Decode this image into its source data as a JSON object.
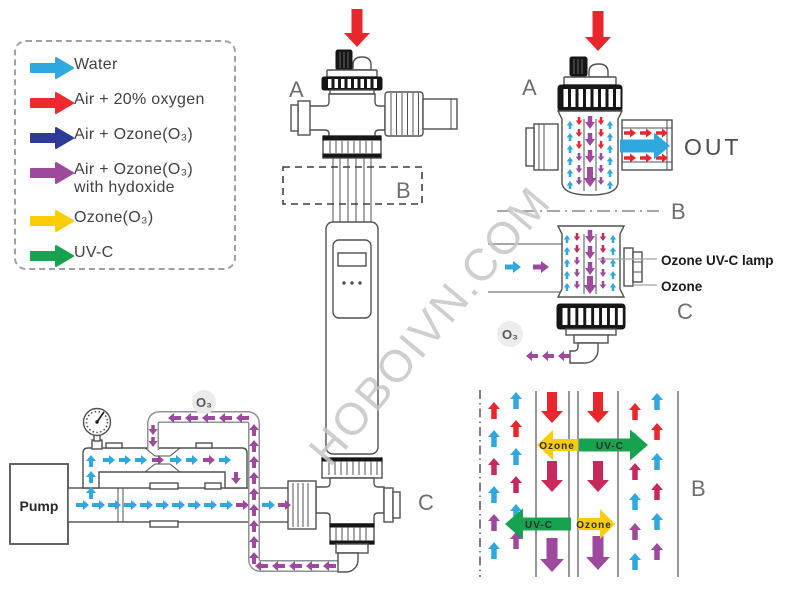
{
  "watermark": "HOBOIVN.COM",
  "colors": {
    "water": "#2fa8e0",
    "red": "#e8262c",
    "blue": "#2e3a97",
    "purple": "#9d4a9e",
    "crimson": "#c8295b",
    "yellow": "#f9cd05",
    "green": "#17a24f",
    "outline": "#4f5054"
  },
  "legend": {
    "items": [
      {
        "name": "water",
        "label": "Water",
        "color": "#2fa8e0"
      },
      {
        "name": "air-oxygen",
        "label": "Air + 20% oxygen",
        "color": "#ed2b2f"
      },
      {
        "name": "air-ozone",
        "label": "Air + Ozone(O₃)",
        "color": "#2e3a97"
      },
      {
        "name": "air-ozone-hydroxide",
        "label": "Air + Ozone(O₃)",
        "label2": "with hydoxide",
        "color": "#9d4a9e"
      },
      {
        "name": "ozone",
        "label": "Ozone(O₃)",
        "color": "#f9cd05"
      },
      {
        "name": "uv-c",
        "label": "UV-C",
        "color": "#17a24f"
      }
    ]
  },
  "labels": {
    "section_a_main": "A",
    "section_b_main": "B",
    "section_c_main": "C",
    "pump": "Pump",
    "o3_pump": "O₃",
    "detail_a": "A",
    "out": "OUT",
    "detail_b_line": "B",
    "ozone_uvc_lamp": "Ozone UV-C lamp",
    "ozone": "Ozone",
    "detail_c": "C",
    "o3_detail": "O₃",
    "detail_b_bottom": "B",
    "b_ozone_top": "Ozone",
    "b_uvc_top": "UV-C",
    "b_uvc_bottom": "UV-C",
    "b_ozone_bottom": "Ozone"
  },
  "flow": {
    "groups": [
      {
        "name": "main-pipe-flow",
        "dir": "r",
        "len": 13,
        "sw": 4,
        "hw": 10,
        "hl": 6,
        "items": [
          [
            76,
            505,
            "water"
          ],
          [
            92,
            505,
            "water"
          ],
          [
            108,
            505,
            "water"
          ],
          [
            124,
            505,
            "water"
          ],
          [
            140,
            505,
            "water"
          ],
          [
            156,
            505,
            "water"
          ],
          [
            172,
            505,
            "water"
          ],
          [
            188,
            505,
            "water"
          ],
          [
            204,
            505,
            "water"
          ],
          [
            220,
            505,
            "water"
          ],
          [
            236,
            505,
            "purple"
          ],
          [
            262,
            505,
            "water"
          ],
          [
            278,
            505,
            "purple"
          ]
        ]
      },
      {
        "name": "bypass-riser-flow",
        "dir": "u",
        "len": 12,
        "sw": 4,
        "hw": 10,
        "hl": 6,
        "items": [
          [
            91,
            499,
            "water"
          ],
          [
            91,
            483,
            "water"
          ],
          [
            91,
            467,
            "water"
          ]
        ]
      },
      {
        "name": "bypass-flow",
        "dir": "r",
        "len": 12,
        "sw": 4,
        "hw": 10,
        "hl": 6,
        "items": [
          [
            103,
            460,
            "water"
          ],
          [
            119,
            460,
            "water"
          ],
          [
            135,
            460,
            "water"
          ],
          [
            152,
            460,
            "purple"
          ],
          [
            170,
            460,
            "water"
          ],
          [
            186,
            460,
            "water"
          ],
          [
            203,
            460,
            "purple"
          ],
          [
            219,
            460,
            "water"
          ]
        ]
      },
      {
        "name": "bypass-down",
        "dir": "d",
        "len": 12,
        "sw": 4,
        "hw": 10,
        "hl": 6,
        "items": [
          [
            236,
            472,
            "purple"
          ]
        ]
      },
      {
        "name": "o3-top-line",
        "dir": "l",
        "len": 13,
        "sw": 4,
        "hw": 10,
        "hl": 6,
        "items": [
          [
            249,
            418,
            "purple"
          ],
          [
            232,
            418,
            "purple"
          ],
          [
            215,
            418,
            "purple"
          ],
          [
            198,
            418,
            "purple"
          ],
          [
            181,
            418,
            "purple"
          ]
        ]
      },
      {
        "name": "o3-left-drop",
        "dir": "d",
        "len": 10,
        "sw": 3.5,
        "hw": 9,
        "hl": 6,
        "items": [
          [
            153,
            425,
            "purple"
          ],
          [
            153,
            437,
            "purple"
          ]
        ]
      },
      {
        "name": "o3-riser",
        "dir": "u",
        "len": 12,
        "sw": 4,
        "hw": 10,
        "hl": 6,
        "items": [
          [
            254,
            564,
            "purple"
          ],
          [
            254,
            548,
            "purple"
          ],
          [
            254,
            532,
            "purple"
          ],
          [
            254,
            516,
            "purple"
          ],
          [
            254,
            500,
            "purple"
          ],
          [
            254,
            484,
            "purple"
          ],
          [
            254,
            468,
            "purple"
          ],
          [
            254,
            452,
            "purple"
          ],
          [
            254,
            436,
            "purple"
          ]
        ]
      },
      {
        "name": "o3-bottom-line",
        "dir": "l",
        "len": 13,
        "sw": 4,
        "hw": 10,
        "hl": 6,
        "items": [
          [
            336,
            566,
            "purple"
          ],
          [
            319,
            566,
            "purple"
          ],
          [
            302,
            566,
            "purple"
          ],
          [
            285,
            566,
            "purple"
          ],
          [
            268,
            566,
            "purple"
          ]
        ]
      },
      {
        "name": "main-top-feed",
        "dir": "d",
        "len": 38,
        "sw": 11,
        "hw": 26,
        "hl": 14,
        "items": [
          [
            357,
            9,
            "red"
          ]
        ]
      },
      {
        "name": "detail-a-top-feed",
        "dir": "d",
        "len": 40,
        "sw": 11,
        "hw": 26,
        "hl": 14,
        "items": [
          [
            598,
            11,
            "red"
          ]
        ]
      },
      {
        "name": "out-pipe-red",
        "dir": "r",
        "len": 12,
        "sw": 3.5,
        "hw": 9,
        "hl": 6,
        "items": [
          [
            624,
            133,
            "red"
          ],
          [
            640,
            133,
            "red"
          ],
          [
            656,
            133,
            "red"
          ],
          [
            624,
            158,
            "red"
          ],
          [
            640,
            158,
            "red"
          ],
          [
            656,
            158,
            "red"
          ]
        ]
      },
      {
        "name": "out-pipe-water",
        "dir": "r",
        "len": 50,
        "sw": 13,
        "hw": 27,
        "hl": 16,
        "items": [
          [
            620,
            146,
            "water"
          ]
        ]
      },
      {
        "name": "tube-a-cyan",
        "dir": "u",
        "len": 8,
        "sw": 2.5,
        "hw": 6.5,
        "hl": 4.5,
        "items": [
          [
            570,
            189,
            "water"
          ],
          [
            570,
            177,
            "water"
          ],
          [
            570,
            165,
            "water"
          ],
          [
            570,
            153,
            "water"
          ],
          [
            570,
            141,
            "water"
          ],
          [
            570,
            129,
            "water"
          ],
          [
            610,
            189,
            "water"
          ],
          [
            610,
            177,
            "water"
          ],
          [
            610,
            165,
            "water"
          ],
          [
            610,
            153,
            "water"
          ],
          [
            610,
            141,
            "water"
          ],
          [
            610,
            129,
            "water"
          ]
        ]
      },
      {
        "name": "tube-a-inner",
        "dir": "d",
        "len": 8,
        "sw": 2.5,
        "hw": 6.5,
        "hl": 4.5,
        "items": [
          [
            579,
            117,
            "red"
          ],
          [
            579,
            129,
            "red"
          ],
          [
            579,
            141,
            "red"
          ],
          [
            579,
            153,
            "purple"
          ],
          [
            579,
            165,
            "purple"
          ],
          [
            579,
            177,
            "purple"
          ],
          [
            601,
            117,
            "red"
          ],
          [
            601,
            129,
            "red"
          ],
          [
            601,
            141,
            "red"
          ],
          [
            601,
            153,
            "purple"
          ],
          [
            601,
            165,
            "purple"
          ],
          [
            601,
            177,
            "purple"
          ]
        ]
      },
      {
        "name": "tube-a-center",
        "dir": "d",
        "len": 13,
        "sw": 4.5,
        "hw": 10,
        "hl": 7,
        "items": [
          [
            590,
            116,
            "purple"
          ],
          [
            590,
            133,
            "purple"
          ],
          [
            590,
            150,
            "purple"
          ]
        ]
      },
      {
        "name": "tube-a-center-big",
        "dir": "d",
        "len": 20,
        "sw": 6,
        "hw": 13,
        "hl": 9,
        "items": [
          [
            590,
            167,
            "purple"
          ]
        ]
      },
      {
        "name": "detail-c-inlet",
        "dir": "r",
        "len": 16,
        "sw": 5,
        "hw": 12,
        "hl": 8,
        "items": [
          [
            505,
            267,
            "water"
          ],
          [
            533,
            267,
            "purple"
          ]
        ]
      },
      {
        "name": "tube-c-cyan",
        "dir": "u",
        "len": 8,
        "sw": 2.5,
        "hw": 6.5,
        "hl": 4.5,
        "items": [
          [
            567,
            291,
            "water"
          ],
          [
            567,
            279,
            "water"
          ],
          [
            567,
            267,
            "water"
          ],
          [
            567,
            255,
            "water"
          ],
          [
            567,
            243,
            "water"
          ],
          [
            613,
            291,
            "water"
          ],
          [
            613,
            279,
            "water"
          ],
          [
            613,
            267,
            "water"
          ],
          [
            613,
            255,
            "water"
          ],
          [
            613,
            243,
            "water"
          ]
        ]
      },
      {
        "name": "tube-c-inner",
        "dir": "d",
        "len": 8,
        "sw": 2.5,
        "hw": 6.5,
        "hl": 4.5,
        "items": [
          [
            577,
            233,
            "crimson"
          ],
          [
            577,
            245,
            "crimson"
          ],
          [
            577,
            257,
            "purple"
          ],
          [
            577,
            269,
            "purple"
          ],
          [
            577,
            281,
            "purple"
          ],
          [
            603,
            233,
            "crimson"
          ],
          [
            603,
            245,
            "crimson"
          ],
          [
            603,
            257,
            "purple"
          ],
          [
            603,
            269,
            "purple"
          ],
          [
            603,
            281,
            "purple"
          ]
        ]
      },
      {
        "name": "tube-c-center",
        "dir": "d",
        "len": 13,
        "sw": 4.5,
        "hw": 10,
        "hl": 7,
        "items": [
          [
            590,
            230,
            "purple"
          ],
          [
            590,
            246,
            "purple"
          ],
          [
            590,
            262,
            "purple"
          ]
        ]
      },
      {
        "name": "tube-c-center-big",
        "dir": "d",
        "len": 18,
        "sw": 6,
        "hw": 13,
        "hl": 9,
        "items": [
          [
            590,
            276,
            "purple"
          ]
        ]
      },
      {
        "name": "detail-c-elbow-flow",
        "dir": "l",
        "len": 12,
        "sw": 4,
        "hw": 10,
        "hl": 6,
        "items": [
          [
            570,
            356,
            "purple"
          ],
          [
            554,
            356,
            "purple"
          ],
          [
            538,
            356,
            "purple"
          ]
        ]
      },
      {
        "name": "b-channel1-a",
        "dir": "u",
        "len": 17,
        "sw": 5.5,
        "hw": 12,
        "hl": 7,
        "items": [
          [
            494,
            419,
            "red"
          ],
          [
            494,
            447,
            "water"
          ],
          [
            494,
            475,
            "crimson"
          ],
          [
            494,
            503,
            "water"
          ],
          [
            494,
            531,
            "purple"
          ],
          [
            494,
            559,
            "water"
          ]
        ]
      },
      {
        "name": "b-channel1-b",
        "dir": "u",
        "len": 17,
        "sw": 5.5,
        "hw": 12,
        "hl": 7,
        "items": [
          [
            516,
            409,
            "water"
          ],
          [
            516,
            437,
            "red"
          ],
          [
            516,
            465,
            "water"
          ],
          [
            516,
            493,
            "crimson"
          ],
          [
            516,
            521,
            "water"
          ],
          [
            516,
            549,
            "purple"
          ]
        ]
      },
      {
        "name": "b-channel4-a",
        "dir": "u",
        "len": 17,
        "sw": 5.5,
        "hw": 12,
        "hl": 7,
        "items": [
          [
            635,
            420,
            "red"
          ],
          [
            635,
            450,
            "water"
          ],
          [
            635,
            480,
            "crimson"
          ],
          [
            635,
            510,
            "water"
          ],
          [
            635,
            540,
            "purple"
          ],
          [
            635,
            570,
            "water"
          ]
        ]
      },
      {
        "name": "b-channel4-b",
        "dir": "u",
        "len": 17,
        "sw": 5.5,
        "hw": 12,
        "hl": 7,
        "items": [
          [
            657,
            410,
            "water"
          ],
          [
            657,
            440,
            "red"
          ],
          [
            657,
            470,
            "water"
          ],
          [
            657,
            500,
            "crimson"
          ],
          [
            657,
            530,
            "water"
          ],
          [
            657,
            560,
            "purple"
          ]
        ]
      },
      {
        "name": "b-mid-red",
        "dir": "d",
        "len": 31,
        "sw": 10,
        "hw": 22,
        "hl": 12,
        "items": [
          [
            552,
            392,
            "red"
          ],
          [
            598,
            392,
            "red"
          ]
        ]
      },
      {
        "name": "b-mid-crimson",
        "dir": "d",
        "len": 31,
        "sw": 10,
        "hw": 22,
        "hl": 12,
        "items": [
          [
            552,
            461,
            "crimson"
          ],
          [
            598,
            461,
            "crimson"
          ]
        ]
      },
      {
        "name": "b-mid-purple",
        "dir": "d",
        "len": 34,
        "sw": 11,
        "hw": 24,
        "hl": 13,
        "items": [
          [
            552,
            538,
            "purple"
          ],
          [
            598,
            536,
            "purple"
          ]
        ]
      },
      {
        "name": "b-ozone-arrow-top",
        "dir": "l",
        "len": 41,
        "sw": 12,
        "hw": 30,
        "hl": 16,
        "items": [
          [
            578,
            445,
            "yellow"
          ]
        ]
      },
      {
        "name": "b-uvc-arrow-top",
        "dir": "r",
        "len": 69,
        "sw": 13,
        "hw": 31,
        "hl": 18,
        "items": [
          [
            579,
            445,
            "green"
          ]
        ]
      },
      {
        "name": "b-uvc-arrow-bottom",
        "dir": "l",
        "len": 66,
        "sw": 13,
        "hw": 31,
        "hl": 18,
        "items": [
          [
            571,
            524,
            "green"
          ]
        ]
      },
      {
        "name": "b-ozone-arrow-bottom",
        "dir": "r",
        "len": 37,
        "sw": 12,
        "hw": 30,
        "hl": 15,
        "items": [
          [
            578,
            524,
            "yellow"
          ]
        ]
      }
    ]
  }
}
